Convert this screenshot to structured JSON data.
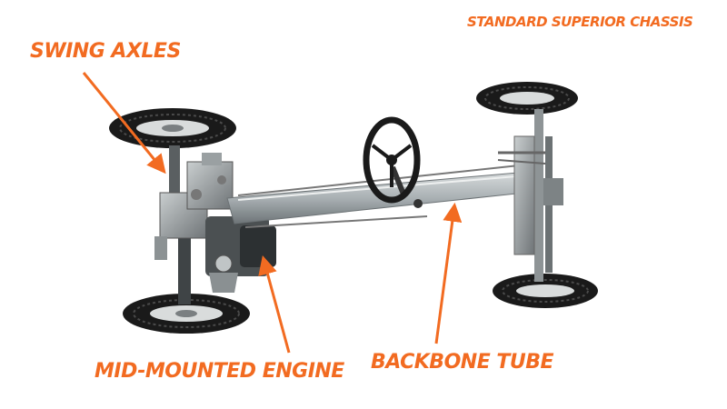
{
  "diagram": {
    "title": "STANDARD SUPERIOR CHASSIS",
    "callouts": [
      {
        "id": "swing-axles",
        "text": "SWING AXLES"
      },
      {
        "id": "mid-mounted-engine",
        "text": "MID-MOUNTED ENGINE"
      },
      {
        "id": "backbone-tube",
        "text": "BACKBONE TUBE"
      }
    ],
    "colors": {
      "accent": "#f26b21",
      "background": "#ffffff",
      "tire": "#1a1a1a",
      "metal": "#a9b0b3"
    }
  }
}
